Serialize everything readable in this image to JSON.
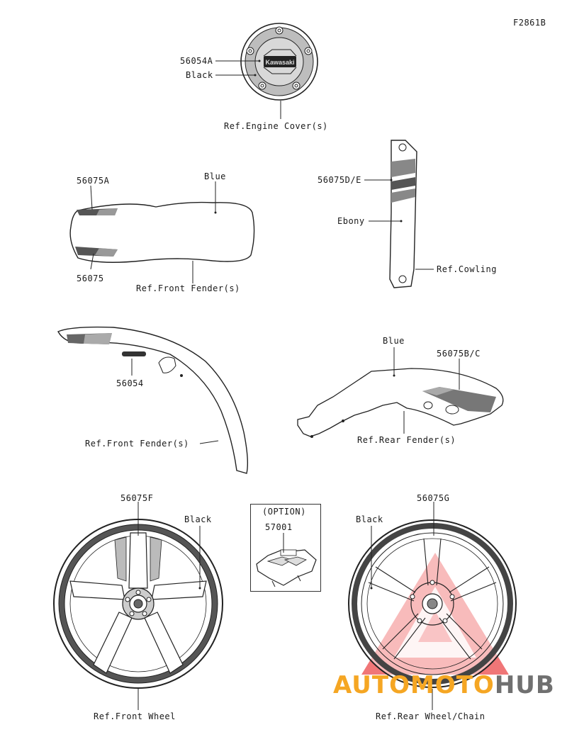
{
  "figure_code": "F2861B",
  "labels": {
    "engine_part_no": "56054A",
    "engine_color": "Black",
    "engine_ref": "Ref.Engine Cover(s)",
    "fender_top_part_a": "56075A",
    "fender_top_color": "Blue",
    "fender_top_part": "56075",
    "fender_top_ref": "Ref.Front Fender(s)",
    "cowl_part_no": "56075D/E",
    "cowl_color": "Ebony",
    "cowl_ref": "Ref.Cowling",
    "fender_side_part_no": "56054",
    "fender_side_ref": "Ref.Front Fender(s)",
    "rear_fender_color": "Blue",
    "rear_fender_part_no": "56075B/C",
    "rear_fender_ref": "Ref.Rear Fender(s)",
    "front_wheel_part_no": "56075F",
    "front_wheel_color": "Black",
    "front_wheel_ref": "Ref.Front Wheel",
    "option_label": "(OPTION)",
    "option_part_no": "57001",
    "rear_wheel_part_no": "56075G",
    "rear_wheel_color": "Black",
    "rear_wheel_ref": "Ref.Rear Wheel/Chain",
    "emblem_text": "Kawasaki"
  },
  "watermark": {
    "part1": "AUTOMOTO",
    "part2": "HUB",
    "color_orange": "#f5a623",
    "color_grey": "#707070",
    "color_red": "#e8282b"
  }
}
